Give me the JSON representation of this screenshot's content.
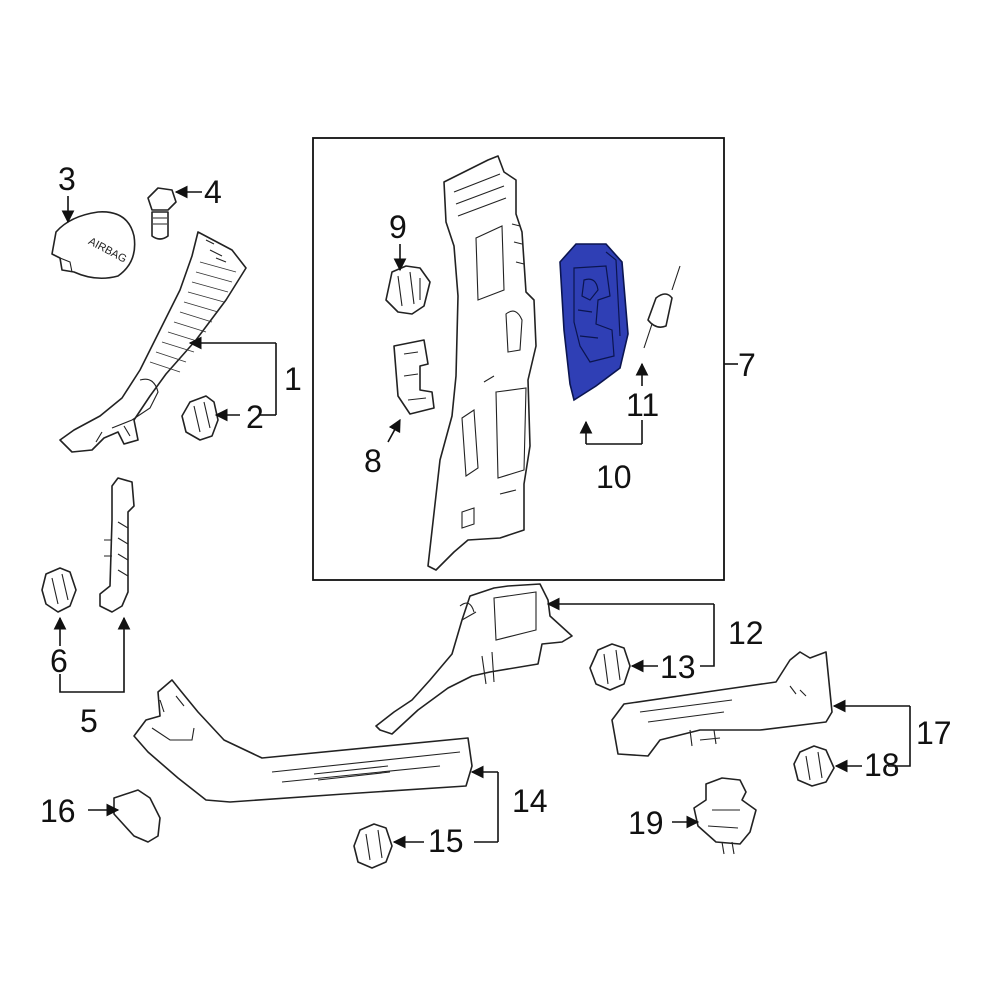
{
  "callouts": {
    "c1": "1",
    "c2": "2",
    "c3": "3",
    "c4": "4",
    "c5": "5",
    "c6": "6",
    "c7": "7",
    "c8": "8",
    "c9": "9",
    "c10": "10",
    "c11": "11",
    "c12": "12",
    "c13": "13",
    "c14": "14",
    "c15": "15",
    "c16": "16",
    "c17": "17",
    "c18": "18",
    "c19": "19"
  },
  "labels": {
    "airbag": "AIRBAG"
  },
  "colors": {
    "highlight": "#2f3fb5",
    "line": "#222222",
    "background": "#ffffff"
  }
}
